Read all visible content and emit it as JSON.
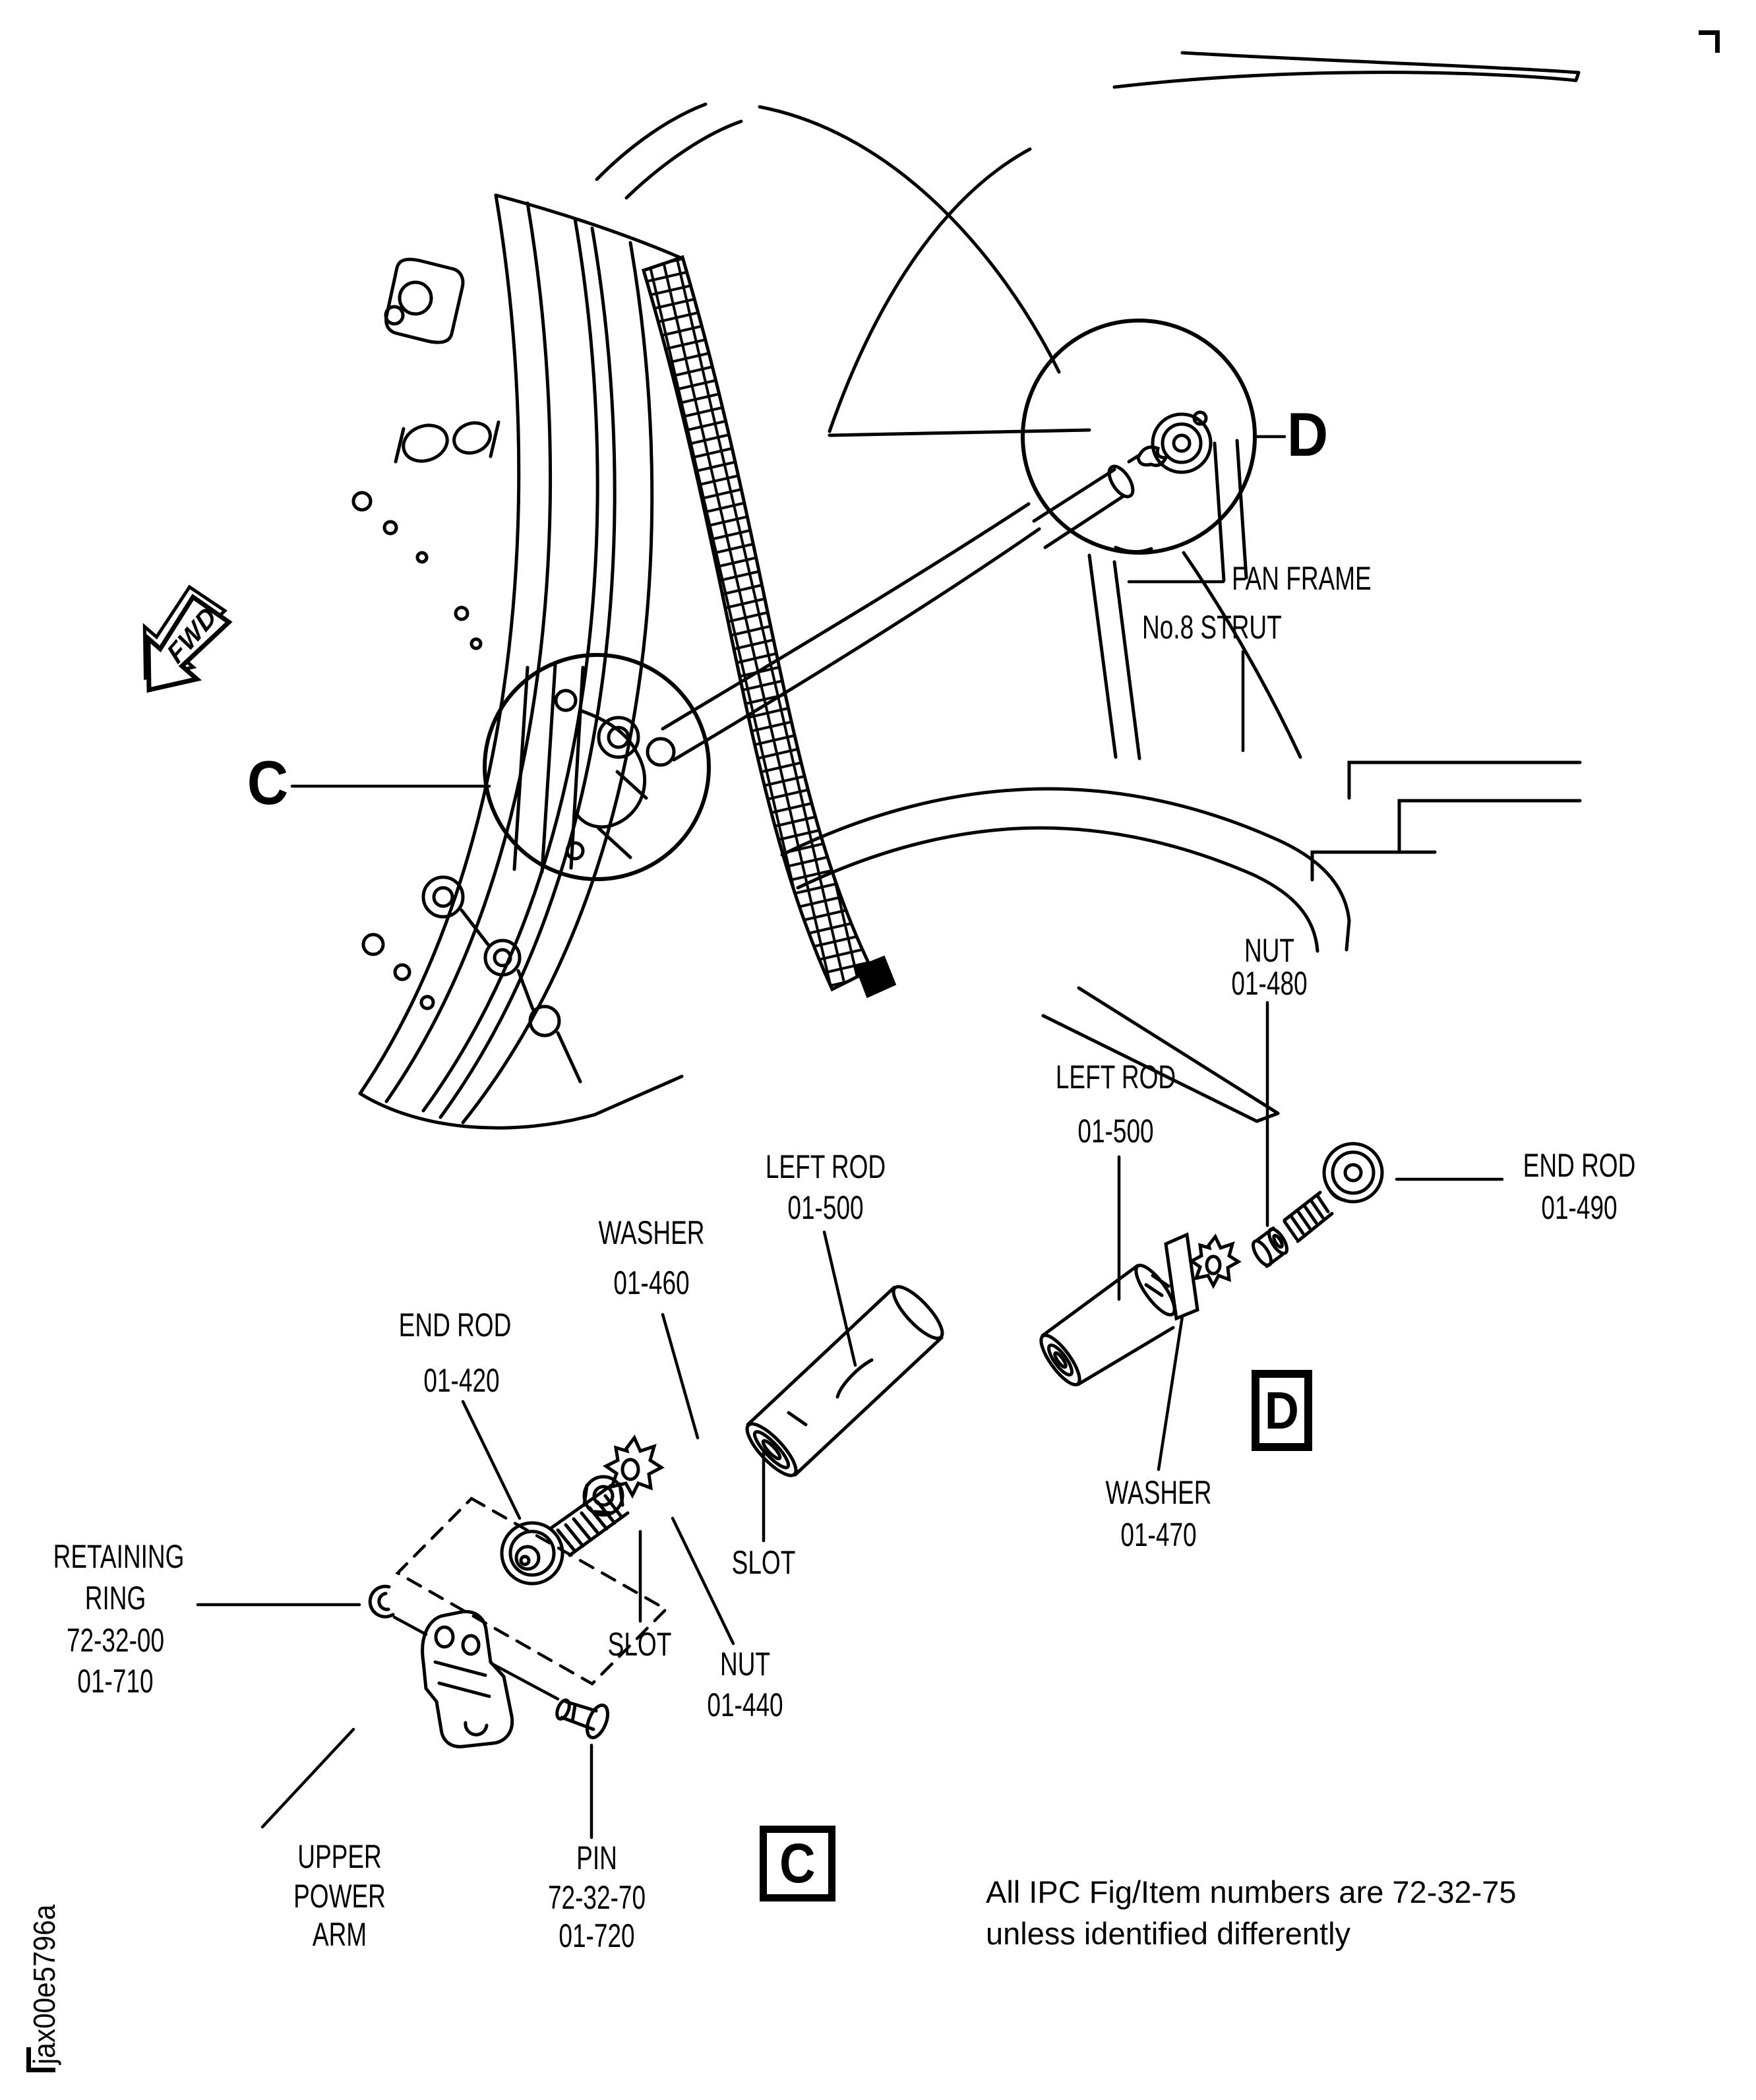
{
  "figure": {
    "side_code": "jax00e5796a",
    "fwd_label": "FWD",
    "note_line1": "All IPC Fig/Item numbers are 72-32-75",
    "note_line2": "unless identified differently"
  },
  "callouts": {
    "detail_c": "C",
    "detail_d": "D",
    "fan_frame": "FAN FRAME",
    "no8_strut": "No.8 STRUT",
    "view_c_box": "C",
    "view_d_box": "D"
  },
  "view_c": {
    "end_rod": "END ROD",
    "end_rod_num": "01-420",
    "washer": "WASHER",
    "washer_num": "01-460",
    "left_rod": "LEFT ROD",
    "left_rod_num": "01-500",
    "slot_upper": "SLOT",
    "slot_lower": "SLOT",
    "nut": "NUT",
    "nut_num": "01-440",
    "retaining_1": "RETAINING",
    "retaining_2": "RING",
    "retaining_3": "72-32-00",
    "retaining_4": "01-710",
    "upper_arm_1": "UPPER",
    "upper_arm_2": "POWER",
    "upper_arm_3": "ARM",
    "pin": "PIN",
    "pin_num_1": "72-32-70",
    "pin_num_2": "01-720"
  },
  "view_d": {
    "nut": "NUT",
    "nut_num": "01-480",
    "left_rod": "LEFT ROD",
    "left_rod_num": "01-500",
    "end_rod": "END ROD",
    "end_rod_num": "01-490",
    "washer": "WASHER",
    "washer_num": "01-470"
  }
}
